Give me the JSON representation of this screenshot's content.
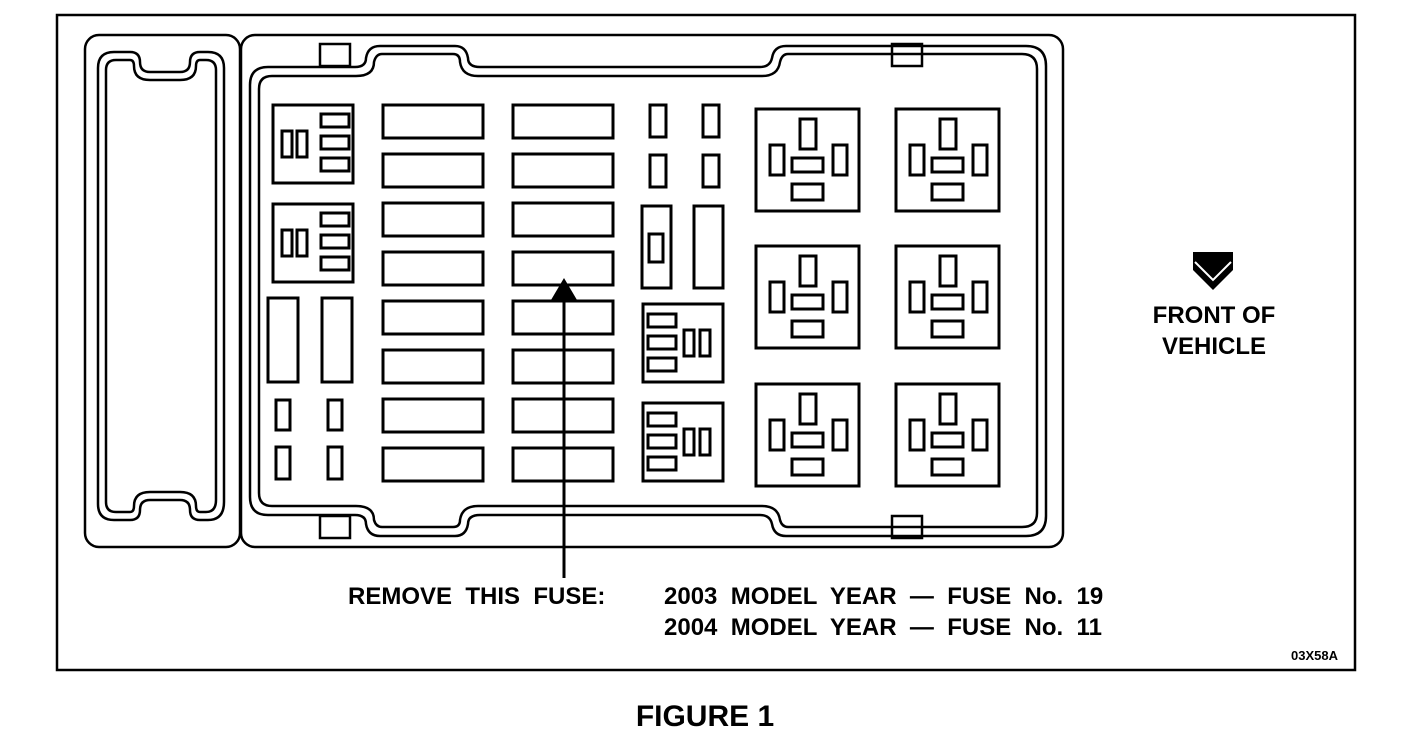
{
  "front_label": [
    "FRONT OF",
    "VEHICLE"
  ],
  "remove_prefix": "REMOVE  THIS  FUSE:",
  "remove_lines": [
    "2003  MODEL  YEAR  —  FUSE  No.  19",
    "2004  MODEL  YEAR  —  FUSE  No.  11"
  ],
  "figure_code": "03X58A",
  "figure_caption": "FIGURE 1",
  "icons": {
    "front_arrow": "down-chevron-arrow-icon"
  },
  "colors": {
    "line": "#000000",
    "background": "#ffffff"
  }
}
